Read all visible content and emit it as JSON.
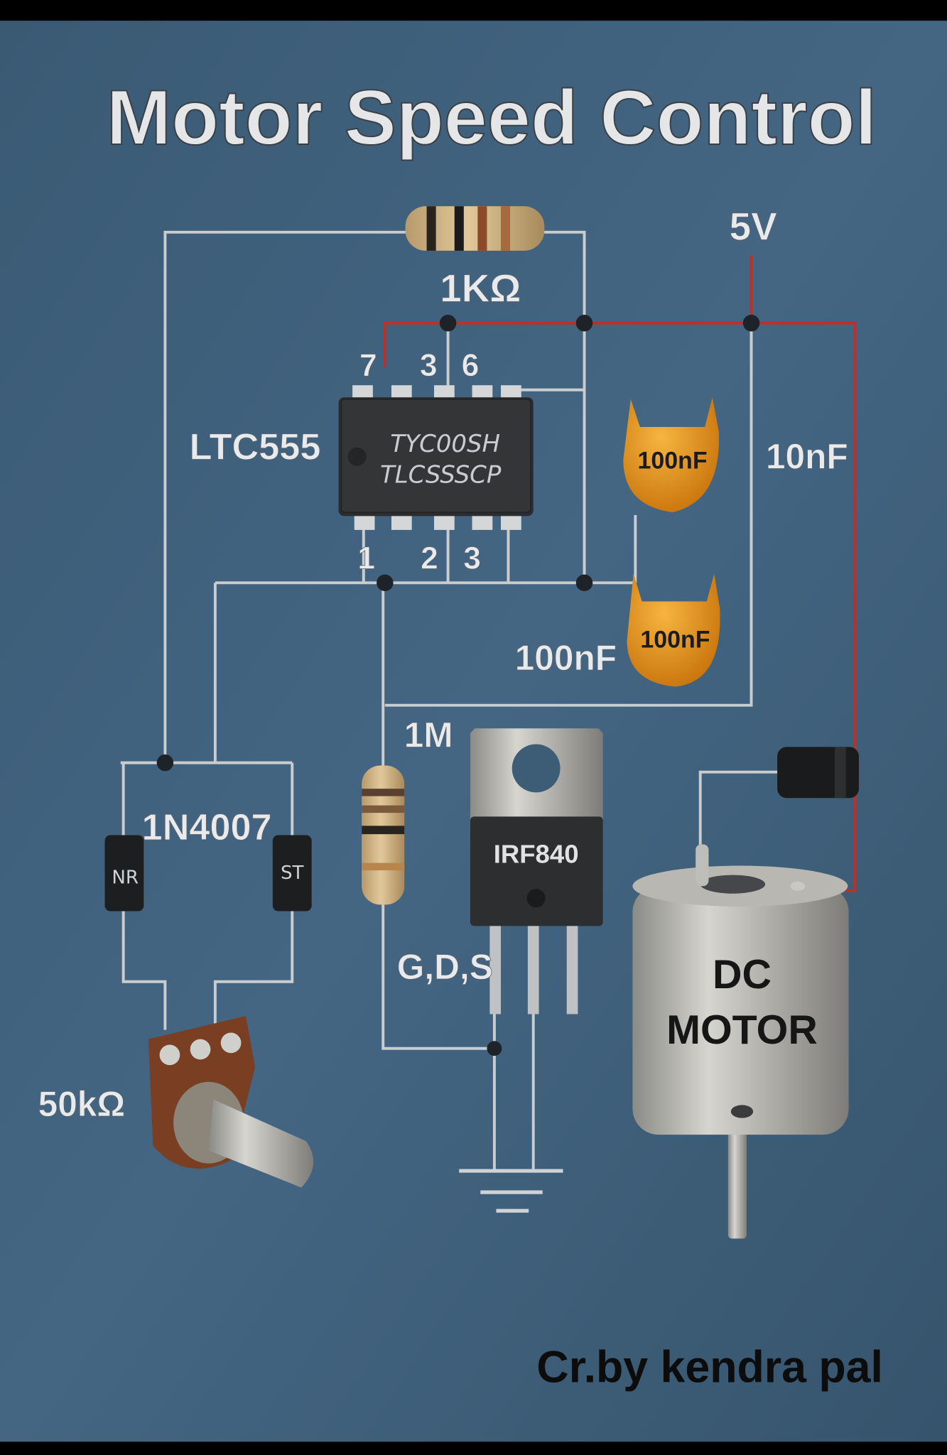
{
  "title": "Motor Speed Control",
  "supply": "5V",
  "resistor_top": "1KΩ",
  "ic": {
    "label": "LTC555",
    "marking_line1": "TYC00SH",
    "marking_line2": "TLCSSSCP",
    "top_pins": [
      "7",
      "3",
      "6"
    ],
    "bottom_pins": [
      "1",
      "2",
      "3"
    ]
  },
  "capacitors": {
    "cap1": "100nF",
    "cap2": "100nF",
    "cap2_side_label": "100nF",
    "cap_right": "10nF"
  },
  "resistor_gate": "1M",
  "diodes": {
    "label": "1N4007",
    "left_marking": "NR",
    "right_marking": "ST"
  },
  "potentiometer": "50kΩ",
  "mosfet": {
    "label": "IRF840",
    "pins": "G,D,S"
  },
  "motor": {
    "line1": "DC",
    "line2": "MOTOR"
  },
  "credit": "Cr.by kendra pal",
  "colors": {
    "background": "#3f5f78",
    "wire": "#c9cdd0",
    "power_wire": "#b8322c",
    "capacitor": "#e8961a"
  }
}
